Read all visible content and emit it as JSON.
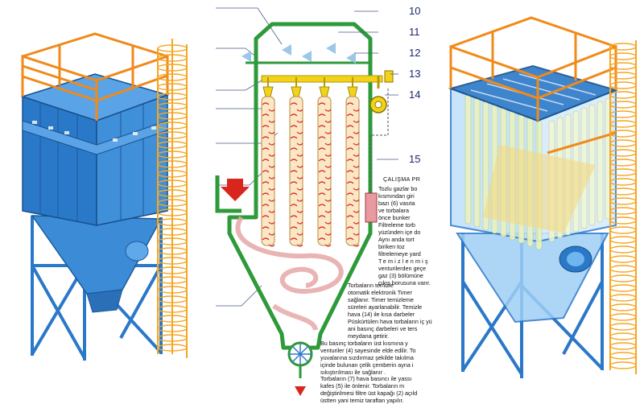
{
  "callouts": [
    "10",
    "11",
    "12",
    "13",
    "14",
    "15"
  ],
  "section_title": "ÇALIŞMA PR",
  "text_top": [
    "Tozlu gazlar bo",
    "kısmından giri",
    "bazı (6) vasıta",
    "ve torbalara",
    "önce bunker",
    "Filtreleme torb",
    "yüzünden içe do",
    "Aynı anda tort",
    "biriken toz",
    "filtrelemeye yard",
    "Temizlenmiş",
    "venturilerden geçe",
    "gaz (3) bölümüne",
    "çıkış borusuna varır."
  ],
  "text_mid": [
    "Torbaların temizle",
    "otomatik elektronik Timer",
    "sağlanır. Timer temizleme",
    "süreleri ayarlanabilir. Temizle",
    "hava (14) ile kısa darbeler",
    "Püskürtülen hava torbaların iç yü",
    "ani basınç darbeleri ve ters",
    "meydana getirir."
  ],
  "text_p3": [
    "Bu basınç torbaların üst kısmına y",
    "venturiler (4) sayesinde elde edilir. To",
    "yuvalarına sızdırmaz şekilde takılma",
    "içinde bulunan çelik çemberin ayna i",
    "sıkıştırılması ile sağlanır ."
  ],
  "text_p4": [
    "Torbaların (7) hava basıncı ile yassı",
    "kafes (5) ile önlenir. Torbaların m",
    "değiştirilmesi filtre üst kapağı (2) açıld",
    "üstten yani temiz taraftan yapılır."
  ],
  "colors": {
    "housing_blue": "#2a78c8",
    "rail_orange": "#f08a1a",
    "ladder_orange": "#f5a623",
    "shell_green": "#2e9a3a",
    "manifold_yellow": "#f2d31a",
    "inlet_red": "#d9261c",
    "transparent_blue": "#4fa3e8",
    "bag_yellow": "#f5d77a",
    "callout_text": "#1a2a6a"
  }
}
